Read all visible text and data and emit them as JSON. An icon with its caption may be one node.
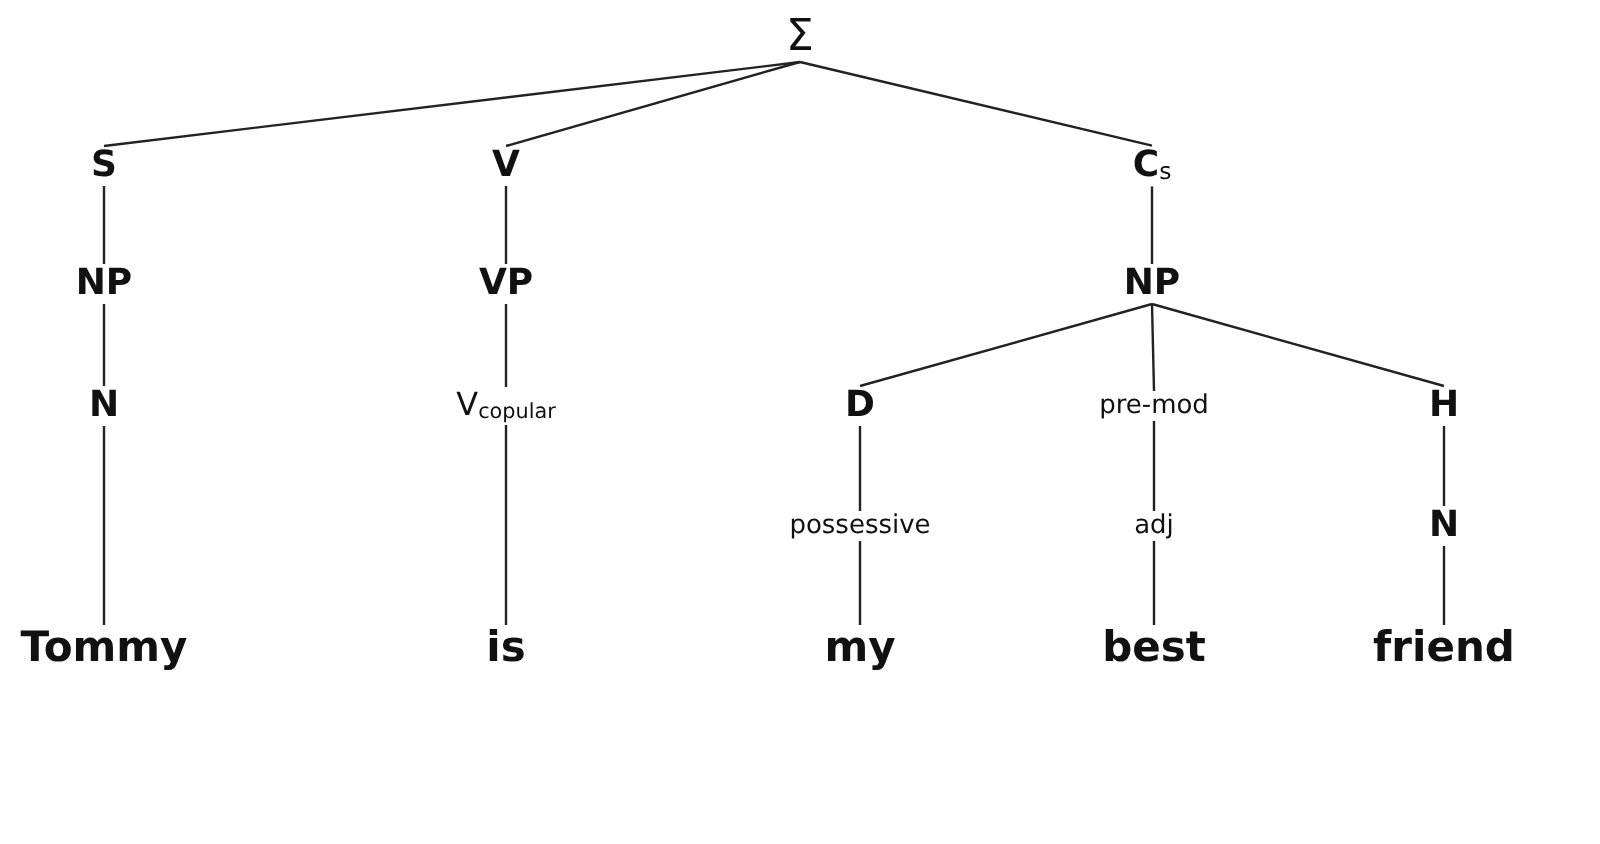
{
  "diagram": {
    "nodes": [
      {
        "text": [
          "Σ"
        ]
      },
      {
        "text": [
          "S"
        ]
      },
      {
        "text": [
          "V"
        ]
      },
      {
        "text": [
          "C$_{s}$"
        ]
      },
      {
        "text": [
          "NP"
        ]
      },
      {
        "text": [
          "VP"
        ]
      },
      {
        "text": [
          "NP"
        ]
      },
      {
        "text": [
          "N"
        ]
      },
      {
        "text": [
          "V$_{copular}$"
        ]
      },
      {
        "text": [
          "D"
        ]
      },
      {
        "text": [
          "pre-mod"
        ]
      },
      {
        "text": [
          "H"
        ]
      },
      {
        "text": [
          "possessive"
        ]
      },
      {
        "text": [
          "adj"
        ]
      },
      {
        "text": [
          "N"
        ]
      },
      {
        "text": [
          "Tommy"
        ]
      },
      {
        "text": [
          "is"
        ]
      },
      {
        "text": [
          "my"
        ]
      },
      {
        "text": [
          "best"
        ]
      },
      {
        "text": [
          "friend"
        ]
      }
    ],
    "edges": [
      {
        "from": 0,
        "to": 1,
        "arrow": "none"
      },
      {
        "from": 0,
        "to": 2,
        "arrow": "none"
      },
      {
        "from": 0,
        "to": 3,
        "arrow": "none"
      },
      {
        "from": 1,
        "to": 4,
        "arrow": "none"
      },
      {
        "from": 2,
        "to": 5,
        "arrow": "none"
      },
      {
        "from": 3,
        "to": 6,
        "arrow": "none"
      },
      {
        "from": 4,
        "to": 7,
        "arrow": "none"
      },
      {
        "from": 5,
        "to": 8,
        "arrow": "none"
      },
      {
        "from": 6,
        "to": 9,
        "arrow": "none"
      },
      {
        "from": 6,
        "to": 10,
        "arrow": "none"
      },
      {
        "from": 6,
        "to": 11,
        "arrow": "none"
      },
      {
        "from": 7,
        "to": 15,
        "arrow": "none"
      },
      {
        "from": 8,
        "to": 16,
        "arrow": "none"
      },
      {
        "from": 9,
        "to": 12,
        "arrow": "none"
      },
      {
        "from": 10,
        "to": 13,
        "arrow": "none"
      },
      {
        "from": 11,
        "to": 14,
        "arrow": "none"
      },
      {
        "from": 12,
        "to": 17,
        "arrow": "none"
      },
      {
        "from": 13,
        "to": 18,
        "arrow": "none"
      },
      {
        "from": 14,
        "to": 19,
        "arrow": "none"
      }
    ]
  }
}
